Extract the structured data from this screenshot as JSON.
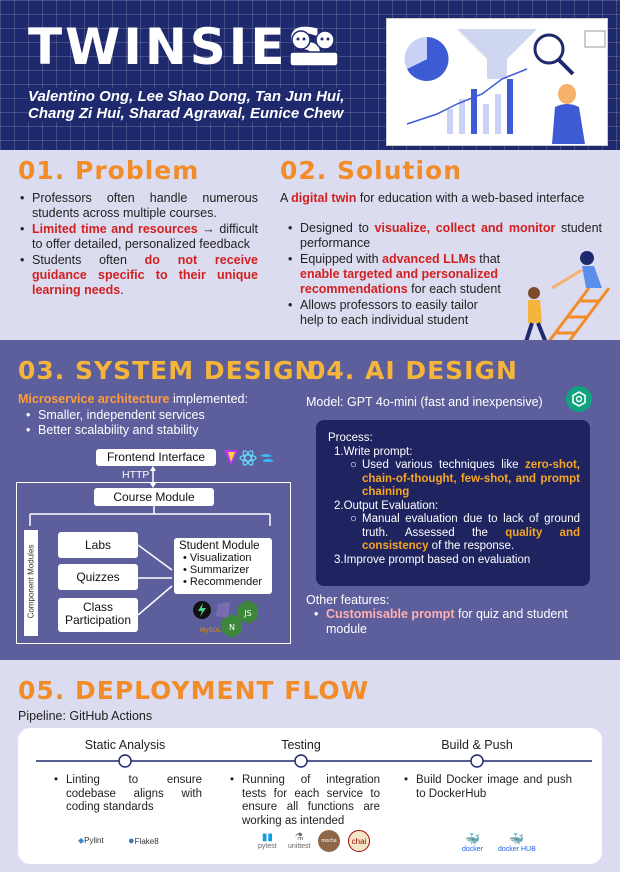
{
  "header": {
    "title": "TWINSIES",
    "authors_line1": "Valentino Ong, Lee Shao Dong, Tan Jun Hui,",
    "authors_line2": "Chang Zi Hui, Sharad Agrawal, Eunice Chew"
  },
  "problem": {
    "heading": "01. Problem",
    "bullet1": "Professors often handle numerous students across multiple courses.",
    "bullet2_red": "Limited time and resources",
    "bullet2_rest": " → difficult to offer detailed, personalized feedback",
    "bullet3_a": "Students often ",
    "bullet3_red": "do not receive guidance specific to their unique learning needs",
    "bullet3_end": "."
  },
  "solution": {
    "heading": "02. Solution",
    "intro_a": "A ",
    "intro_red": "digital twin",
    "intro_b": " for education with a web-based interface",
    "b1_a": "Designed to ",
    "b1_red": "visualize, collect and monitor",
    "b1_b": " student performance",
    "b2_a": "Equipped with ",
    "b2_red1": "advanced LLMs",
    "b2_b": " that ",
    "b2_red2": "enable targeted and personalized recommendations",
    "b2_c": " for each student",
    "b3": "Allows professors to easily tailor help to each individual student"
  },
  "system_design": {
    "heading": "03. SYSTEM DESIGN",
    "intro_orange": "Microservice architecture",
    "intro_rest": " implemented:",
    "bullet1": "Smaller, independent services",
    "bullet2": "Better scalability and stability",
    "frontend": "Frontend Interface",
    "http": "HTTP",
    "course_module": "Course Module",
    "component_modules": "Component Modules",
    "labs": "Labs",
    "quizzes": "Quizzes",
    "class_participation": "Class Participation",
    "student_module": "Student Module",
    "sm_items": [
      "Visualization",
      "Summarizer",
      "Recommender"
    ],
    "mysql": "MySQL"
  },
  "ai_design": {
    "heading": "04. AI DESIGN",
    "model": "Model: GPT 4o-mini (fast and inexpensive)",
    "process_label": "Process:",
    "step1": "1.Write prompt:",
    "step1_a": "Used various techniques like ",
    "step1_orange": "zero-shot, chain-of-thought, few-shot, and prompt chaining",
    "step2": "2.Output Evaluation:",
    "step2_a": "Manual evaluation due to lack of ground truth. Assessed the ",
    "step2_orange": "quality and consistency",
    "step2_b": " of the response.",
    "step3": "3.Improve prompt based on evaluation",
    "other_label": "Other features:",
    "other_pink": "Customisable prompt",
    "other_rest": " for quiz and student module"
  },
  "deployment": {
    "heading": "05. DEPLOYMENT FLOW",
    "pipeline": "Pipeline: GitHub Actions",
    "stages": [
      {
        "name": "Static Analysis",
        "desc": "Linting to ensure codebase aligns with coding standards",
        "logos": [
          "Pylint",
          "Flake8"
        ]
      },
      {
        "name": "Testing",
        "desc": "Running of integration tests for each service to ensure all functions are working as intended",
        "logos": [
          "pytest",
          "unittest",
          "mocha",
          "chai"
        ]
      },
      {
        "name": "Build & Push",
        "desc": "Build Docker image and push to DockerHub",
        "logos": [
          "docker",
          "docker HUB"
        ]
      }
    ]
  },
  "colors": {
    "navy": "#1f2a6e",
    "orange": "#f28c28",
    "purple_bg": "#5d5f9c",
    "lavender": "#dcdcf0",
    "red": "#d21f1f",
    "process_box": "#1f2360"
  }
}
